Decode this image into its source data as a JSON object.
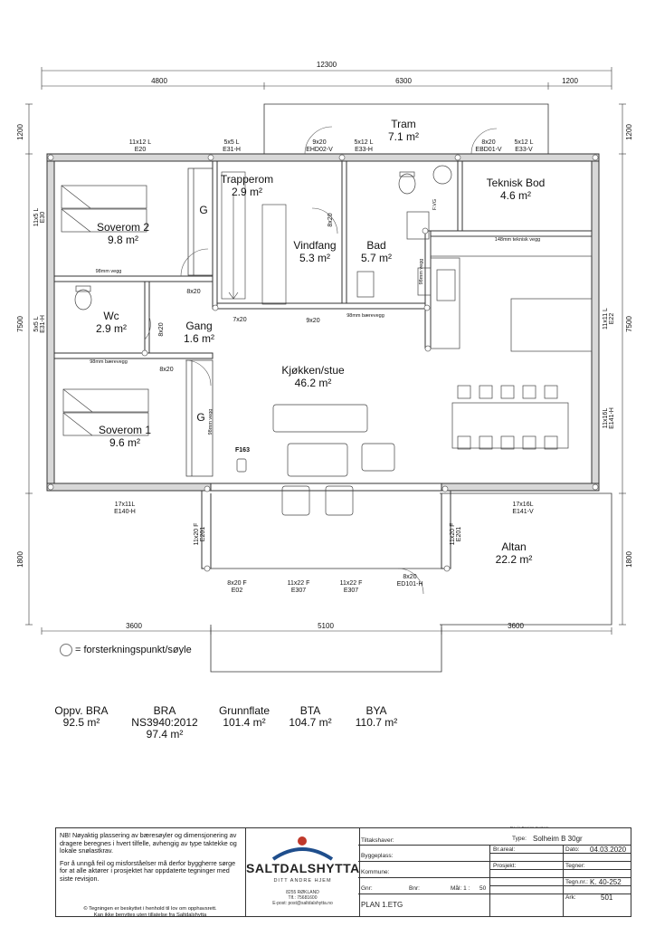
{
  "dimensions": {
    "total": "12300",
    "top_segments": [
      "4800",
      "6300",
      "1200"
    ],
    "left_side": [
      "1200",
      "7500",
      "1800"
    ],
    "right_side": [
      "1200",
      "7500",
      "1800"
    ],
    "bottom_segments": [
      "3600",
      "5100",
      "3600"
    ]
  },
  "rooms": [
    {
      "name": "Tram",
      "area": "7.1 m²"
    },
    {
      "name": "Trapperom",
      "area": "2.9 m²"
    },
    {
      "name": "Teknisk Bod",
      "area": "4.6 m²"
    },
    {
      "name": "Soverom 2",
      "area": "9.8 m²"
    },
    {
      "name": "Vindfang",
      "area": "5.3 m²"
    },
    {
      "name": "Bad",
      "area": "5.7 m²"
    },
    {
      "name": "Wc",
      "area": "2.9 m²"
    },
    {
      "name": "Gang",
      "area": "1.6 m²"
    },
    {
      "name": "Kjøkken/stue",
      "area": "46.2 m²"
    },
    {
      "name": "Soverom 1",
      "area": "9.6 m²"
    },
    {
      "name": "Altan",
      "area": "22.2 m²"
    }
  ],
  "closets": [
    "G",
    "G"
  ],
  "fireplace": "F163",
  "windows": [
    {
      "size": "11x12 L",
      "code": "E20"
    },
    {
      "size": "5x5 L",
      "code": "E31-H"
    },
    {
      "size": "9x20",
      "code": "EHD02-V"
    },
    {
      "size": "5x12 L",
      "code": "E33-H"
    },
    {
      "size": "8x20",
      "code": "EBD01-V"
    },
    {
      "size": "5x12 L",
      "code": "E33-V"
    },
    {
      "size": "11x5 L",
      "code": "E30"
    },
    {
      "size": "5x5 L",
      "code": "E31-H"
    },
    {
      "size": "11x11 L",
      "code": "E22"
    },
    {
      "size": "11x16L",
      "code": "E141-H"
    },
    {
      "size": "17x11L",
      "code": "E140-H"
    },
    {
      "size": "17x16L",
      "code": "E141-V"
    },
    {
      "size": "11x20 F",
      "code": "E201"
    },
    {
      "size": "11x20 F",
      "code": "E201"
    },
    {
      "size": "8x20 F",
      "code": "E02"
    },
    {
      "size": "11x22 F",
      "code": "E307"
    },
    {
      "size": "11x22 F",
      "code": "E307"
    },
    {
      "size": "8x20",
      "code": "ED101-H"
    }
  ],
  "doors": [
    "8x20",
    "8x20",
    "7x20",
    "9x20",
    "8x20",
    "8x20"
  ],
  "wall_notes": {
    "w98_1": "98mm vegg",
    "w98_2": "98mm bærevegg",
    "w98_3": "98mm bærevegg",
    "w148": "148mm teknisk vegg",
    "w98_vert": "98mm vegg",
    "w98_g": "98mm vegg",
    "fvg": "F.VG"
  },
  "legend": "= forsterkningspunkt/søyle",
  "areas": [
    {
      "label": "Oppv. BRA",
      "value": "92.5 m²",
      "extra": ""
    },
    {
      "label": "BRA",
      "value": "NS3940:2012",
      "extra": "97.4 m²"
    },
    {
      "label": "Grunnflate",
      "value": "101.4 m²",
      "extra": ""
    },
    {
      "label": "BTA",
      "value": "104.7 m²",
      "extra": ""
    },
    {
      "label": "BYA",
      "value": "110.7 m²",
      "extra": ""
    }
  ],
  "titleblock": {
    "note1": "NB! Nøyaktig plassering av bæresøyler og dimensjonering av dragere beregnes i hvert tilfelle, avhengig av type taktekke og lokale snølastkrav.",
    "note2": "For å unngå feil og misforståelser må derfor byggherre sørge for at alle aktører i prosjektet har oppdaterte tegninger med siste revisjon.",
    "copyright1": "© Tegningen er beskyttet i henhold til lov om opphavsrett.",
    "copyright2": "Kan ikke benyttes uten tillatelse fra Saltdalshytta",
    "company": "SALTDALSHYTTA",
    "tagline": "DITT ANDRE HJEM",
    "address": "8255 RØKLAND",
    "phone": "Tlf.: 75681600",
    "email": "E-post: post@saltdalshytta.no",
    "tiltakshaver_label": "Tiltakshaver:",
    "byggeplass_label": "Byggeplass:",
    "kommune_label": "Kommune:",
    "gnr_label": "Gnr:",
    "bnr_label": "Bnr:",
    "scale_label": "Mål: 1 :",
    "scale_value": "50",
    "plan_label": "PLAN 1.ETG",
    "type_label": "Type:",
    "type_value": "Solheim B 30gr",
    "br_areal_label": "Br.areal:",
    "prosjekt_label": "Prosjekt:",
    "dato_label": "Dato:",
    "dato_value": "04.03.2020",
    "tegner_label": "Tegner:",
    "tegnnr_label": "Tegn.nr.:",
    "tegnnr_value": "K. 40-252",
    "ark_label": "Ark:",
    "ark_value": "501",
    "design_credit": "Davis Design System"
  }
}
